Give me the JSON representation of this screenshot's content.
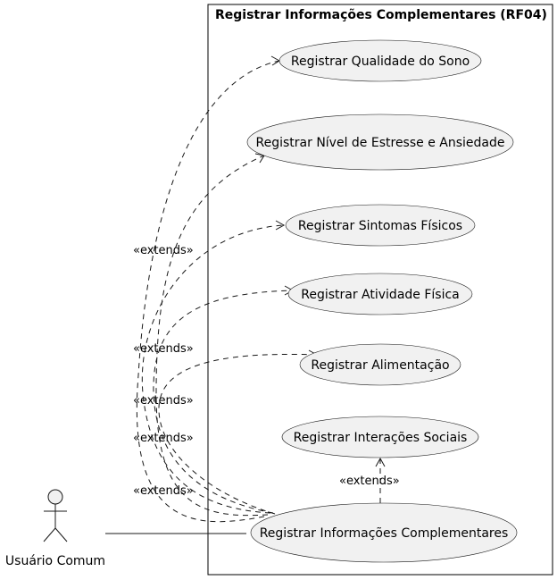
{
  "package": {
    "title": "Registrar Informações Complementares (RF04)"
  },
  "actor": {
    "name": "Usuário Comum"
  },
  "use_cases": [
    {
      "id": "sono",
      "label": "Registrar Qualidade do Sono"
    },
    {
      "id": "estresse",
      "label": "Registrar Nível de Estresse e Ansiedade"
    },
    {
      "id": "sintomas",
      "label": "Registrar Sintomas Físicos"
    },
    {
      "id": "atividade",
      "label": "Registrar Atividade Física"
    },
    {
      "id": "alimentacao",
      "label": "Registrar Alimentação"
    },
    {
      "id": "interacoes",
      "label": "Registrar Interações Sociais"
    },
    {
      "id": "main",
      "label": "Registrar Informações Complementares"
    }
  ],
  "relations": {
    "extends_label": "«extends»",
    "extends_labels": [
      "«extends»",
      "«extends»",
      "«extends»",
      "«extends»",
      "«extends»",
      "«extends»"
    ]
  }
}
